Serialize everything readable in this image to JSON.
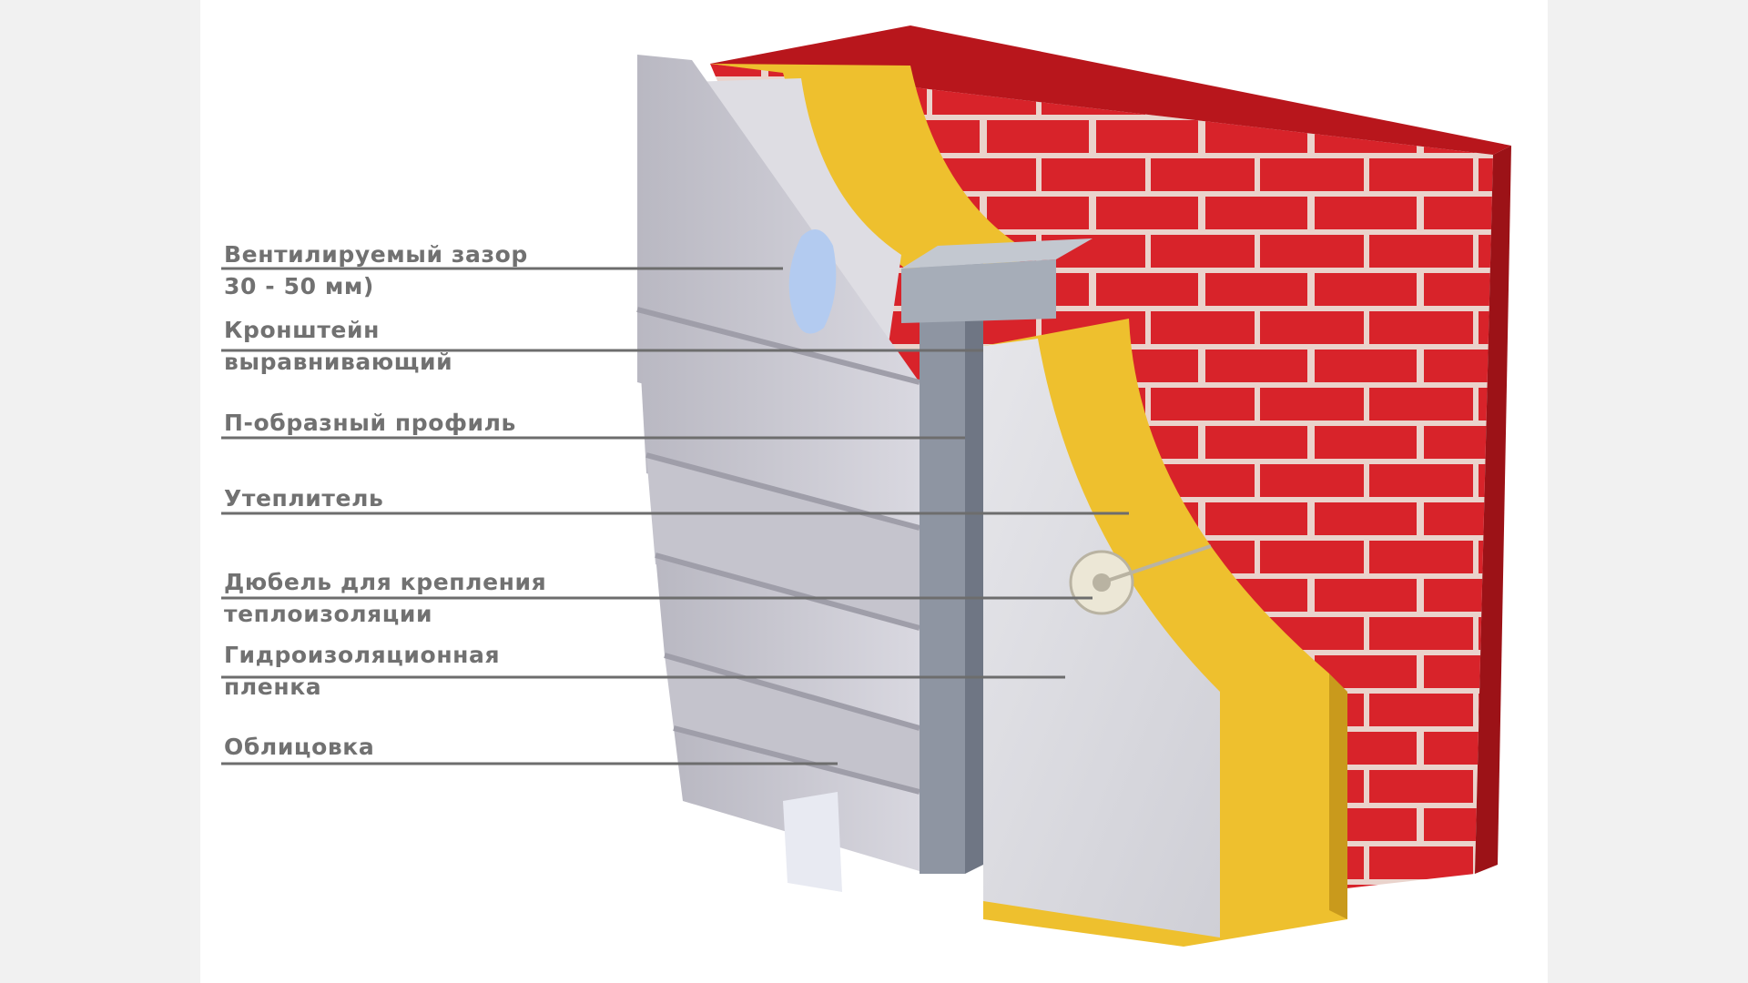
{
  "diagram": {
    "labels": [
      {
        "key": "vent_gap",
        "lines": [
          "Вентилируемый зазор",
          "30 - 50 мм)"
        ]
      },
      {
        "key": "bracket",
        "lines": [
          "Кронштейн",
          "выравнивающий"
        ]
      },
      {
        "key": "profile",
        "lines": [
          "П-образный профиль"
        ]
      },
      {
        "key": "insulation",
        "lines": [
          "Утеплитель"
        ]
      },
      {
        "key": "dowel",
        "lines": [
          "Дюбель для крепления",
          "теплоизоляции"
        ]
      },
      {
        "key": "membrane",
        "lines": [
          "Гидроизоляционная",
          "пленка"
        ]
      },
      {
        "key": "cladding",
        "lines": [
          "Облицовка"
        ]
      }
    ]
  },
  "colors": {
    "brick": "#d8232a",
    "brick_dark": "#a8151b",
    "mortar": "#e9d6cf",
    "insulation": "#eec02e",
    "insulation_dark": "#c99a1c",
    "membrane": "#dcdce2",
    "cladding": "#c7c6cf",
    "metal": "#8e95a2",
    "leader_line": "#6d6d6d",
    "label_text": "#717171"
  }
}
